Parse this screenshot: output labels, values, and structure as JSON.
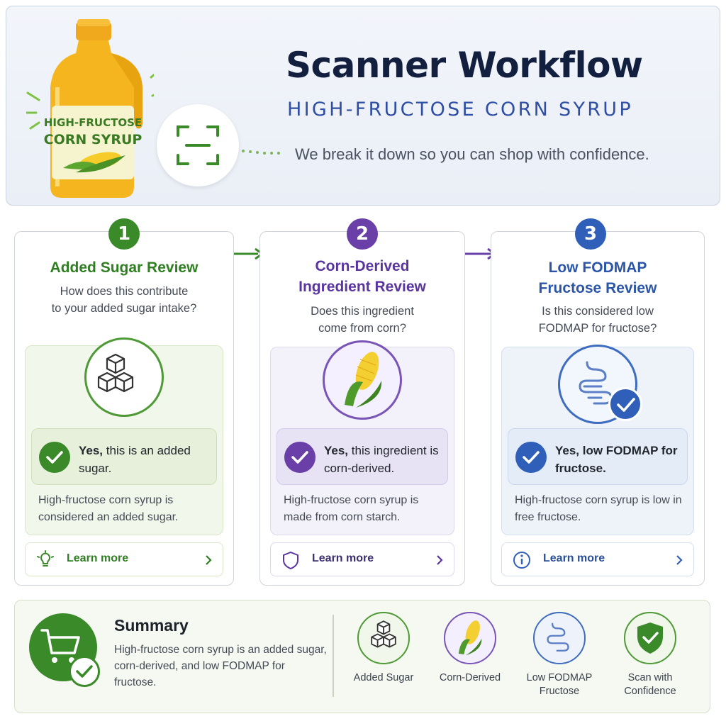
{
  "header": {
    "title": "Scanner Workflow",
    "subtitle": "HIGH-FRUCTOSE CORN SYRUP",
    "tagline": "We break it down so you can shop with confidence.",
    "product_label_line1": "HIGH-FRUCTOSE",
    "product_label_line2": "CORN SYRUP"
  },
  "steps": [
    {
      "number": "1",
      "title": "Added Sugar Review",
      "question_line1": "How does this contribute",
      "question_line2": "to your added sugar intake?",
      "answer_bold": "Yes,",
      "answer_rest": " this is an added sugar.",
      "explanation": "High-fructose corn syrup is considered an added sugar.",
      "learn_more": "Learn more",
      "icon": "sugar-cubes-icon",
      "accent": "#3a8a2a"
    },
    {
      "number": "2",
      "title_line1": "Corn-Derived",
      "title_line2": "Ingredient Review",
      "question_line1": "Does this ingredient",
      "question_line2": "come from corn?",
      "answer_bold": "Yes,",
      "answer_rest": " this ingredient is corn-derived.",
      "explanation": "High-fructose corn syrup is made from corn starch.",
      "learn_more": "Learn more",
      "icon": "corn-icon",
      "accent": "#6a3fa8"
    },
    {
      "number": "3",
      "title_line1": "Low FODMAP",
      "title_line2": "Fructose Review",
      "question_line1": "Is this considered low",
      "question_line2": "FODMAP for fructose?",
      "answer_bold": "Yes, low FODMAP for fructose.",
      "explanation": "High-fructose corn syrup is low in free fructose.",
      "learn_more": "Learn more",
      "icon": "digestive-icon",
      "accent": "#2f5fb8"
    }
  ],
  "summary": {
    "title": "Summary",
    "text": "High-fructose corn syrup is an added sugar, corn-derived, and low FODMAP for fructose.",
    "items": [
      {
        "label": "Added Sugar",
        "icon": "sugar-cubes-icon"
      },
      {
        "label": "Corn-Derived",
        "icon": "corn-icon"
      },
      {
        "label_line1": "Low FODMAP",
        "label_line2": "Fructose",
        "icon": "digestive-icon"
      },
      {
        "label_line1": "Scan with",
        "label_line2": "Confidence",
        "icon": "shield-check-icon"
      }
    ]
  }
}
